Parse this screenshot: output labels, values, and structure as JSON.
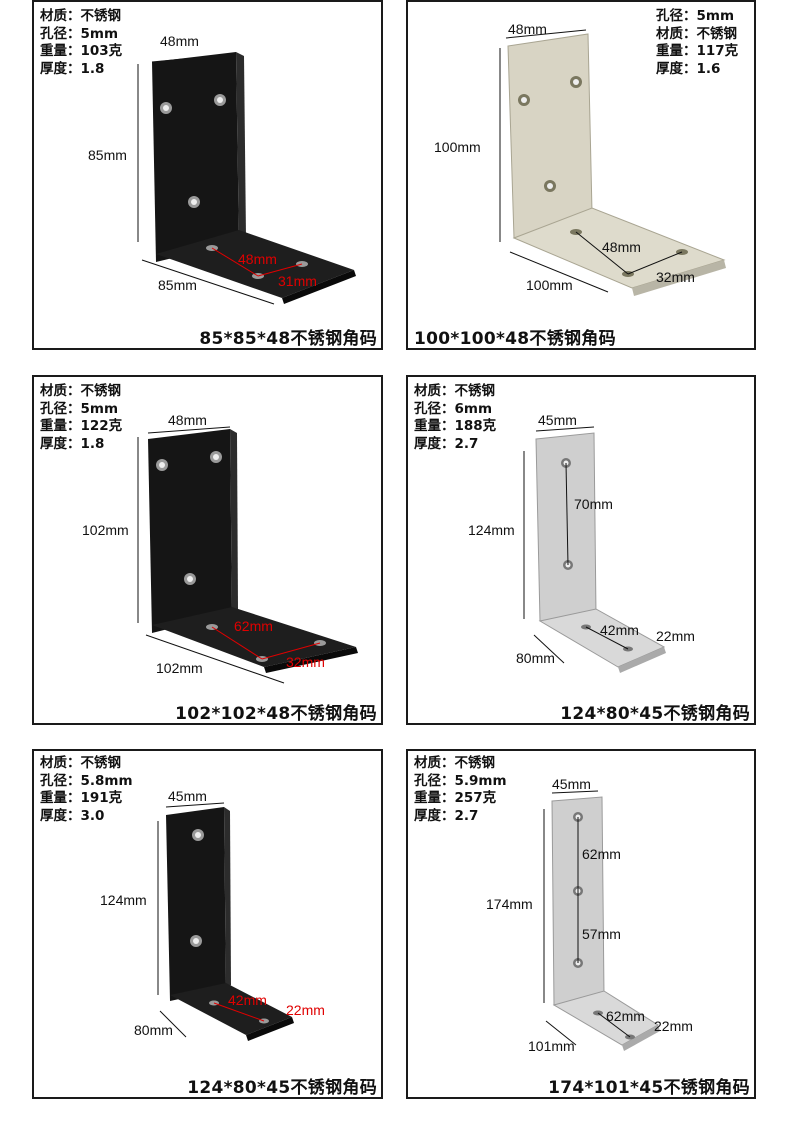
{
  "panels": [
    {
      "specs": [
        "材质：不锈钢",
        "孔径：5mm",
        "重量：103克",
        "厚度：1.8"
      ],
      "dims": [
        "48mm",
        "85mm",
        "85mm",
        "48mm",
        "31mm"
      ],
      "caption": "85*85*48不锈钢角码",
      "finish": "black"
    },
    {
      "specs": [
        "孔径：5mm",
        "材质：不锈钢",
        "重量：117克",
        "厚度：1.6"
      ],
      "dims": [
        "48mm",
        "100mm",
        "100mm",
        "48mm",
        "32mm"
      ],
      "caption": "100*100*48不锈钢角码",
      "finish": "silver"
    },
    {
      "specs": [
        "材质：不锈钢",
        "孔径：5mm",
        "重量：122克",
        "厚度：1.8"
      ],
      "dims": [
        "48mm",
        "102mm",
        "102mm",
        "62mm",
        "32mm"
      ],
      "caption": "102*102*48不锈钢角码",
      "finish": "black"
    },
    {
      "specs": [
        "材质：不锈钢",
        "孔径：6mm",
        "重量：188克",
        "厚度：2.7"
      ],
      "dims": [
        "45mm",
        "124mm",
        "70mm",
        "80mm",
        "42mm",
        "22mm"
      ],
      "caption": "124*80*45不锈钢角码",
      "finish": "stainless"
    },
    {
      "specs": [
        "材质：不锈钢",
        "孔径：5.8mm",
        "重量：191克",
        "厚度：3.0"
      ],
      "dims": [
        "45mm",
        "124mm",
        "80mm",
        "42mm",
        "22mm"
      ],
      "caption": "124*80*45不锈钢角码",
      "finish": "black"
    },
    {
      "specs": [
        "材质：不锈钢",
        "孔径：5.9mm",
        "重量：257克",
        "厚度：2.7"
      ],
      "dims": [
        "45mm",
        "174mm",
        "62mm",
        "57mm",
        "101mm",
        "62mm",
        "22mm"
      ],
      "caption": "174*101*45不锈钢角码",
      "finish": "stainless"
    }
  ],
  "colors": {
    "black_metal": "#151515",
    "silver_metal": "#d8d4c4",
    "stainless_metal": "#cfcfcf",
    "red_dim": "#e00000",
    "border": "#1a1a1a"
  }
}
